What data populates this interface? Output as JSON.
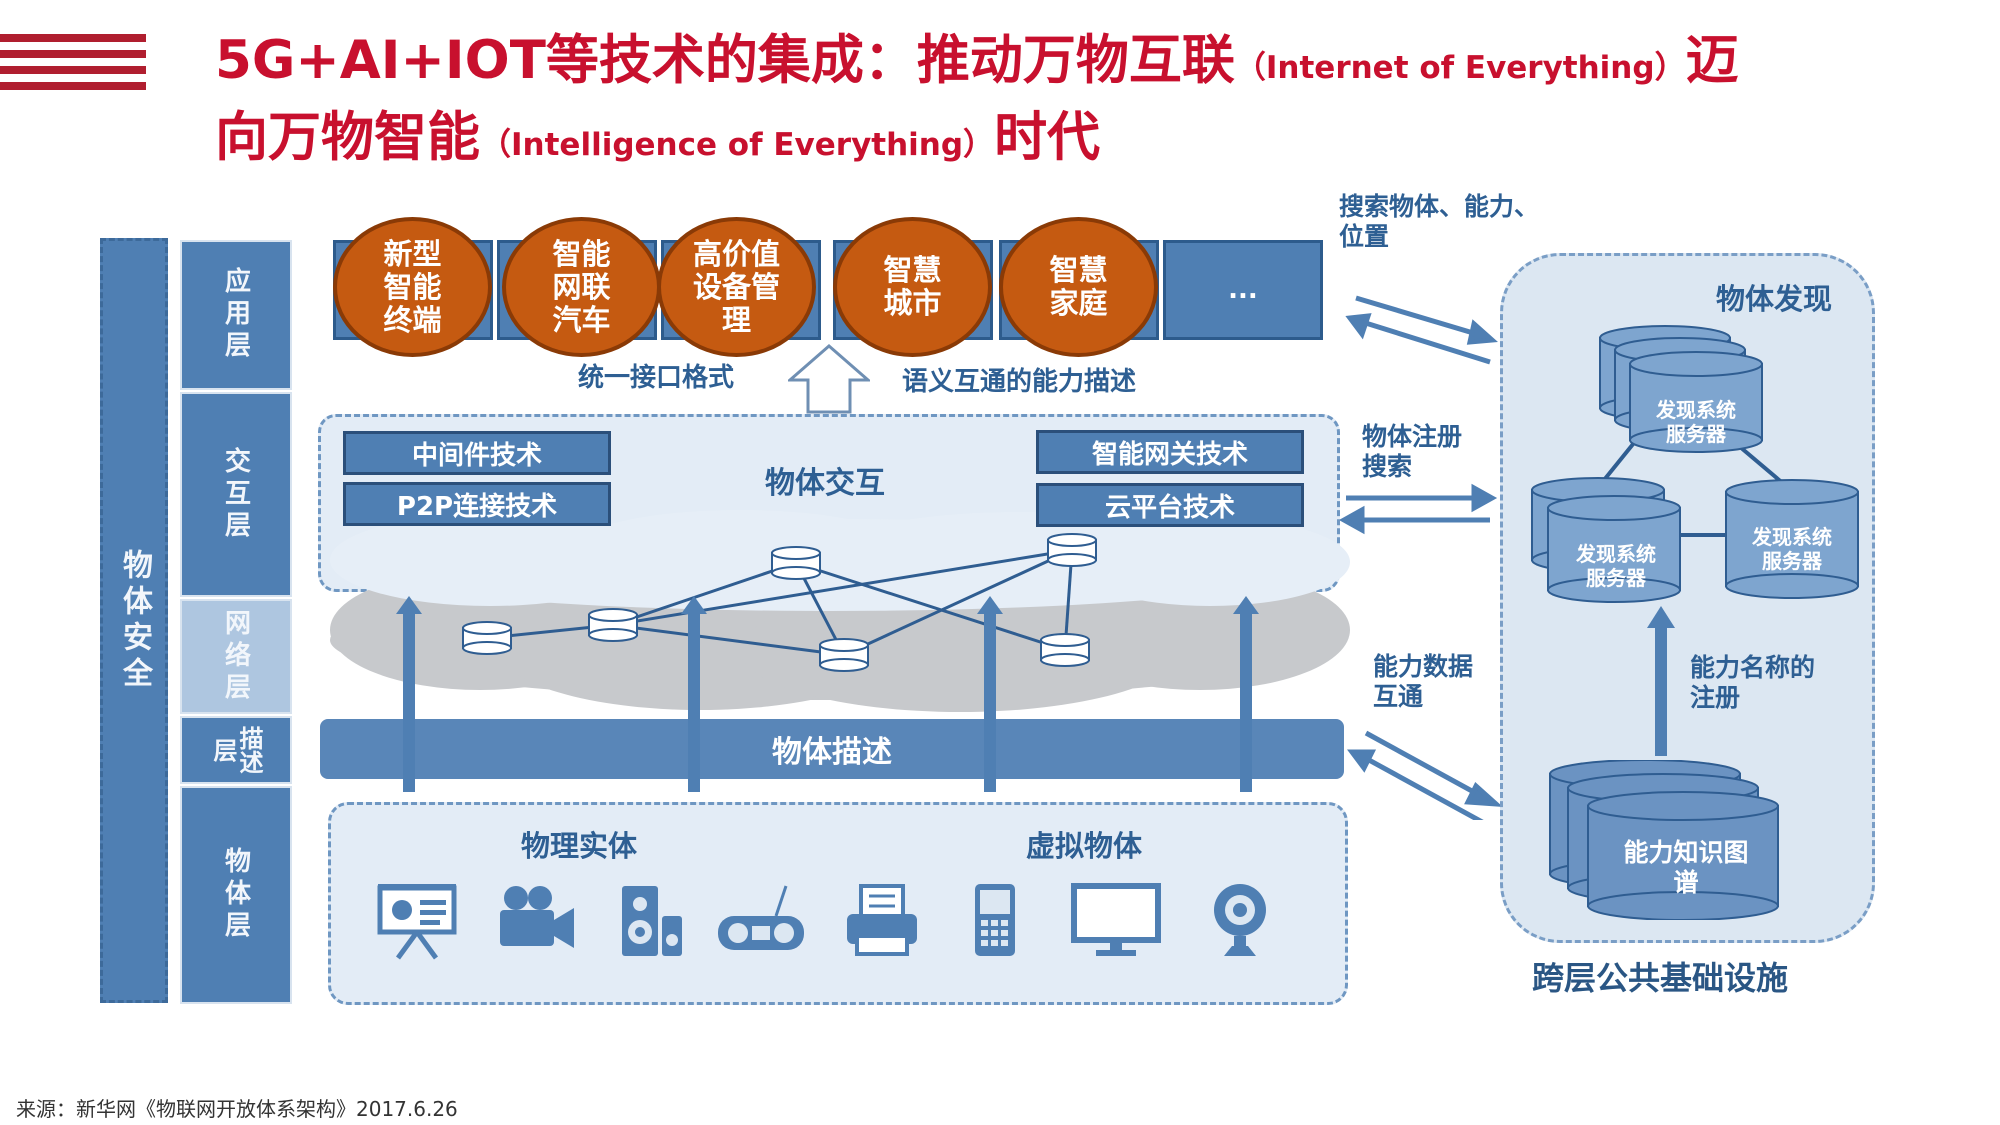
{
  "title": {
    "line1_main": "5G+AI+IOT等技术的集成：推动万物互联",
    "line1_en": "（Internet of Everything）",
    "line1_end": "迈",
    "line2_main": "向万物智能",
    "line2_en": "（Intelligence of Everything）",
    "line2_end": "时代"
  },
  "source": "来源：新华网《物联网开放体系架构》2017.6.26",
  "security": "物体安全",
  "layers": [
    "应用层",
    "交互层",
    "网络层",
    "描述层",
    "物体层"
  ],
  "apps": [
    "新型智能终端",
    "智能网联汽车",
    "高价值设备管理",
    "智慧城市",
    "智慧家庭",
    "..."
  ],
  "interface_left": "统一接口格式",
  "interface_right": "语义互通的能力描述",
  "interaction": {
    "left_techs": [
      "中间件技术",
      "P2P连接技术"
    ],
    "center": "物体交互",
    "right_techs": [
      "智能网关技术",
      "云平台技术"
    ]
  },
  "description_bar": "物体描述",
  "physical": {
    "left": "物理实体",
    "right": "虚拟物体"
  },
  "devices": [
    "projector-icon",
    "camera-icon",
    "speaker-icon",
    "radio-icon",
    "printer-icon",
    "phone-icon",
    "monitor-icon",
    "webcam-icon"
  ],
  "arrows": {
    "top": "搜索物体、能力、位置",
    "middle": "物体注册搜索",
    "bottom": "能力数据互通"
  },
  "infrastructure": {
    "title": "物体发现",
    "servers": [
      "发现系统服务器",
      "发现系统服务器",
      "发现系统服务器"
    ],
    "registration": "能力名称的注册",
    "knowledge_graph": "能力知识图谱",
    "caption": "跨层公共基础设施"
  },
  "colors": {
    "title_red": "#c8102e",
    "layer_blue": "#4f7fb3",
    "app_orange": "#c55a11",
    "label_blue": "#2e5f93"
  }
}
